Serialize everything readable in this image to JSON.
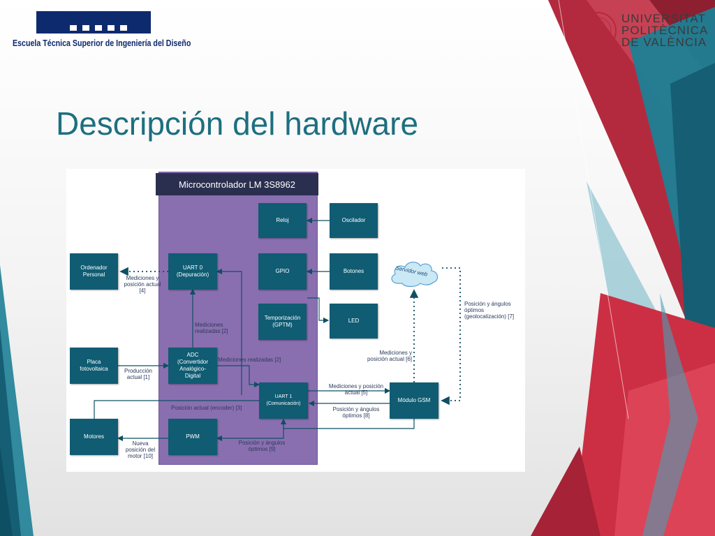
{
  "header": {
    "school_name": "Escuela Técnica Superior de Ingeniería del Diseño",
    "university_lines": [
      "UNIVERSITAT",
      "POLITÈCNICA",
      "DE VALÈNCIA"
    ]
  },
  "slide": {
    "title": "Descripción del hardware"
  },
  "diagram": {
    "mcu_title": "Microcontrolador LM 3S8962",
    "blocks": {
      "reloj": "Reloj",
      "oscilador": "Oscilador",
      "ordenador": "Ordenador\nPersonal",
      "uart0": "UART 0\n(Depuración)",
      "gpio": "GPIO",
      "botones": "Botones",
      "temporizacion": "Temporización\n(GPTM)",
      "led": "LED",
      "placa": "Placa\nfotovoltaica",
      "adc": "ADC\n(Convertidor\nAnalógico-\nDigital",
      "uart1": "UART 1\n(Comunicación)",
      "gsm": "Módulo GSM",
      "motores": "Motores",
      "pwm": "PWM",
      "servidor": "Servidor web"
    },
    "labels": {
      "l4": "Mediciones y\nposición actual\n[4]",
      "l2a": "Mediciones\nrealizadas [2]",
      "l2b": "Mediciones realizadas [2]",
      "l1": "Producción\nactual [1]",
      "l3": "Posición actual (encoder) [3]",
      "l5": "Mediciones y posición\nactual [5]",
      "l8": "Posición y ángulos\nóptimos [8]",
      "l6": "Mediciones y\nposición actual [6]",
      "l7": "Posición y ángulos\nóptimos\n(geolocalización) [7]",
      "l9": "Posición y ángulos\nóptimos [9]",
      "l10": "Nueva\nposición del\nmotor [10]"
    }
  },
  "colors": {
    "title": "#1d6f80",
    "block": "#0f5c73",
    "mcu_panel": "#8a6fb0",
    "mcu_title": "#2b2f4f",
    "decor_red": "#c8283c",
    "decor_teal": "#1d7f95"
  }
}
